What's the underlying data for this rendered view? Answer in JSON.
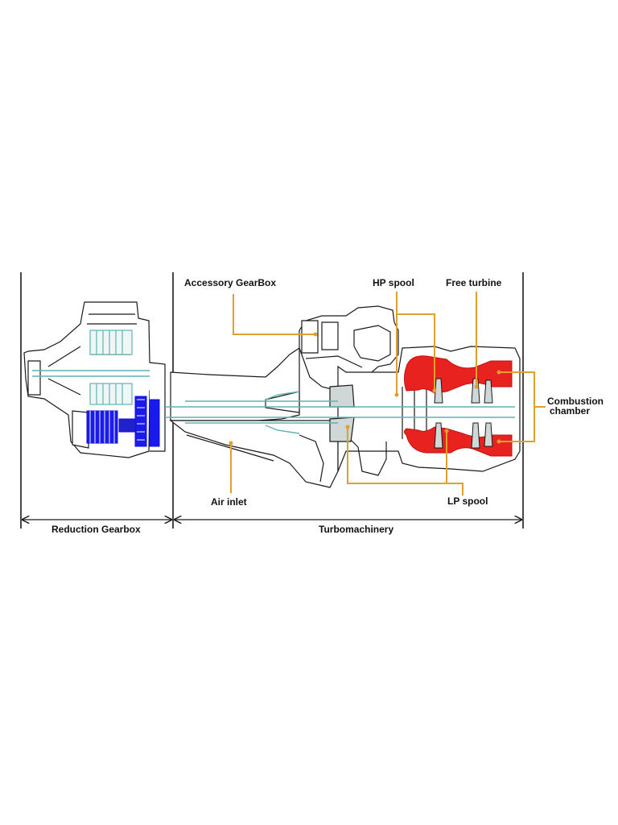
{
  "colors": {
    "line": "#1a1a1a",
    "shaft": "#5fb3b3",
    "reduction_gear": "#1010dd",
    "combustion": "#e8231f",
    "leader": "#e0a030",
    "casing_fill": "#ffffff",
    "grey_fill": "#cfd8d6"
  },
  "labels": {
    "accessory_gearbox": "Accessory GearBox",
    "hp_spool": "HP spool",
    "free_turbine": "Free turbine",
    "combustion_chamber_line1": "Combustion",
    "combustion_chamber_line2": "chamber",
    "air_inlet": "Air inlet",
    "lp_spool": "LP spool"
  },
  "sections": {
    "reduction_gearbox": "Reduction Gearbox",
    "turbomachinery": "Turbomachinery"
  },
  "icons": [
    "arrow-left-icon",
    "arrow-right-icon"
  ]
}
